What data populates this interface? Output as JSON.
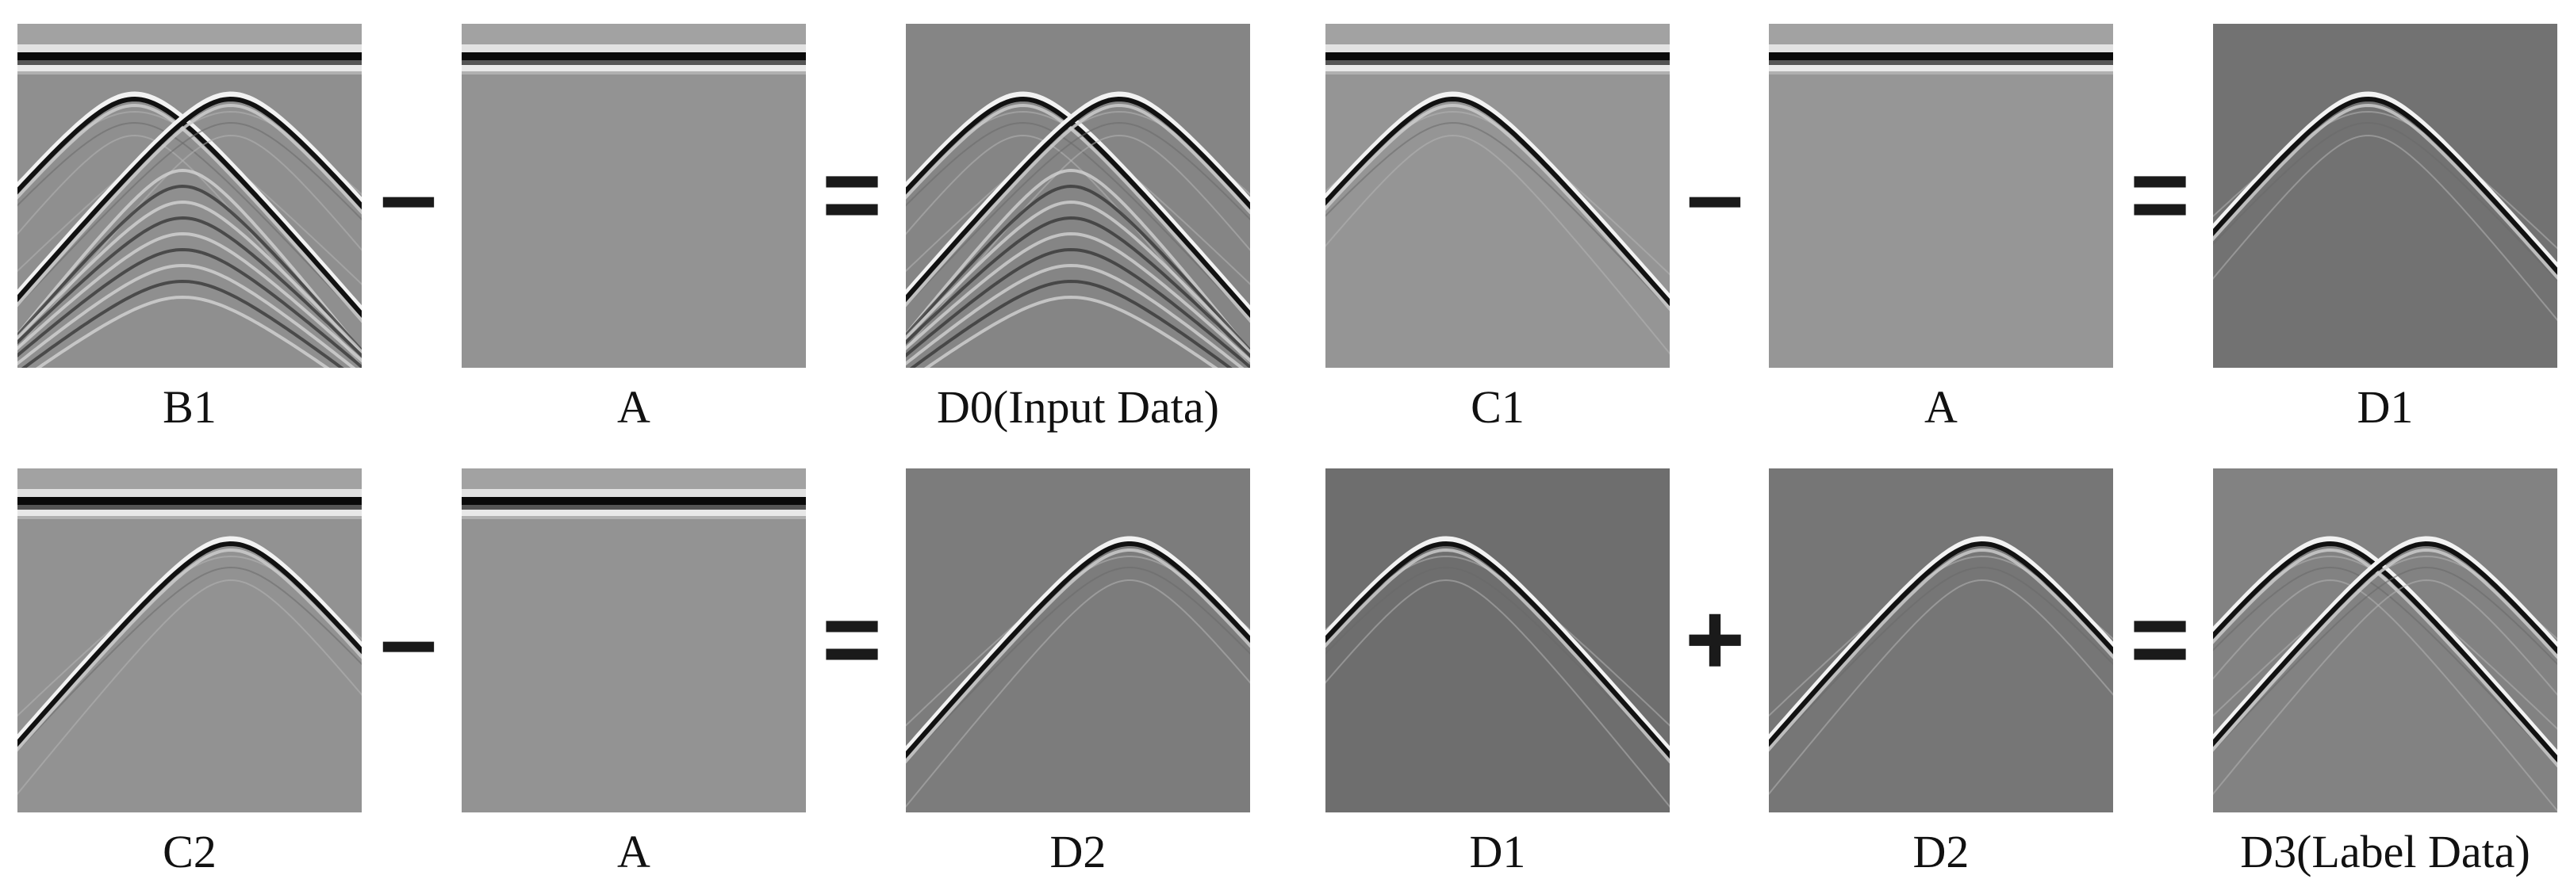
{
  "rows": [
    {
      "panels": [
        {
          "id": "B1",
          "caption": "B1",
          "background": "#8f8f8f",
          "direct_wave": true,
          "hyperbolas": [
            0.34,
            0.62
          ],
          "clutter": true
        },
        {
          "id": "A",
          "caption": "A",
          "background": "#939393",
          "direct_wave": true,
          "hyperbolas": [],
          "clutter": false
        },
        {
          "id": "D0",
          "caption": "D0(Input Data)",
          "background": "#858585",
          "direct_wave": false,
          "hyperbolas": [
            0.34,
            0.62
          ],
          "clutter": true
        },
        {
          "id": "C1",
          "caption": "C1",
          "background": "#959595",
          "direct_wave": true,
          "hyperbolas": [
            0.37
          ],
          "clutter": false
        },
        {
          "id": "A",
          "caption": "A",
          "background": "#969696",
          "direct_wave": true,
          "hyperbolas": [],
          "clutter": false
        },
        {
          "id": "D1",
          "caption": "D1",
          "background": "#727272",
          "direct_wave": false,
          "hyperbolas": [
            0.45
          ],
          "clutter": false
        }
      ],
      "operators": [
        "–",
        "=",
        "",
        "–",
        "="
      ]
    },
    {
      "panels": [
        {
          "id": "C2",
          "caption": "C2",
          "background": "#929292",
          "direct_wave": true,
          "hyperbolas": [
            0.62
          ],
          "clutter": false
        },
        {
          "id": "A",
          "caption": "A",
          "background": "#939393",
          "direct_wave": true,
          "hyperbolas": [],
          "clutter": false
        },
        {
          "id": "D2",
          "caption": "D2",
          "background": "#7c7c7c",
          "direct_wave": false,
          "hyperbolas": [
            0.65
          ],
          "clutter": false
        },
        {
          "id": "D1",
          "caption": "D1",
          "background": "#6e6e6e",
          "direct_wave": false,
          "hyperbolas": [
            0.35
          ],
          "clutter": false
        },
        {
          "id": "D2",
          "caption": "D2",
          "background": "#767676",
          "direct_wave": false,
          "hyperbolas": [
            0.62
          ],
          "clutter": false
        },
        {
          "id": "D3",
          "caption": "D3(Label Data)",
          "background": "#828282",
          "direct_wave": false,
          "hyperbolas": [
            0.34,
            0.62
          ],
          "clutter": false
        }
      ],
      "operators": [
        "–",
        "=",
        "",
        "+",
        "="
      ]
    }
  ]
}
